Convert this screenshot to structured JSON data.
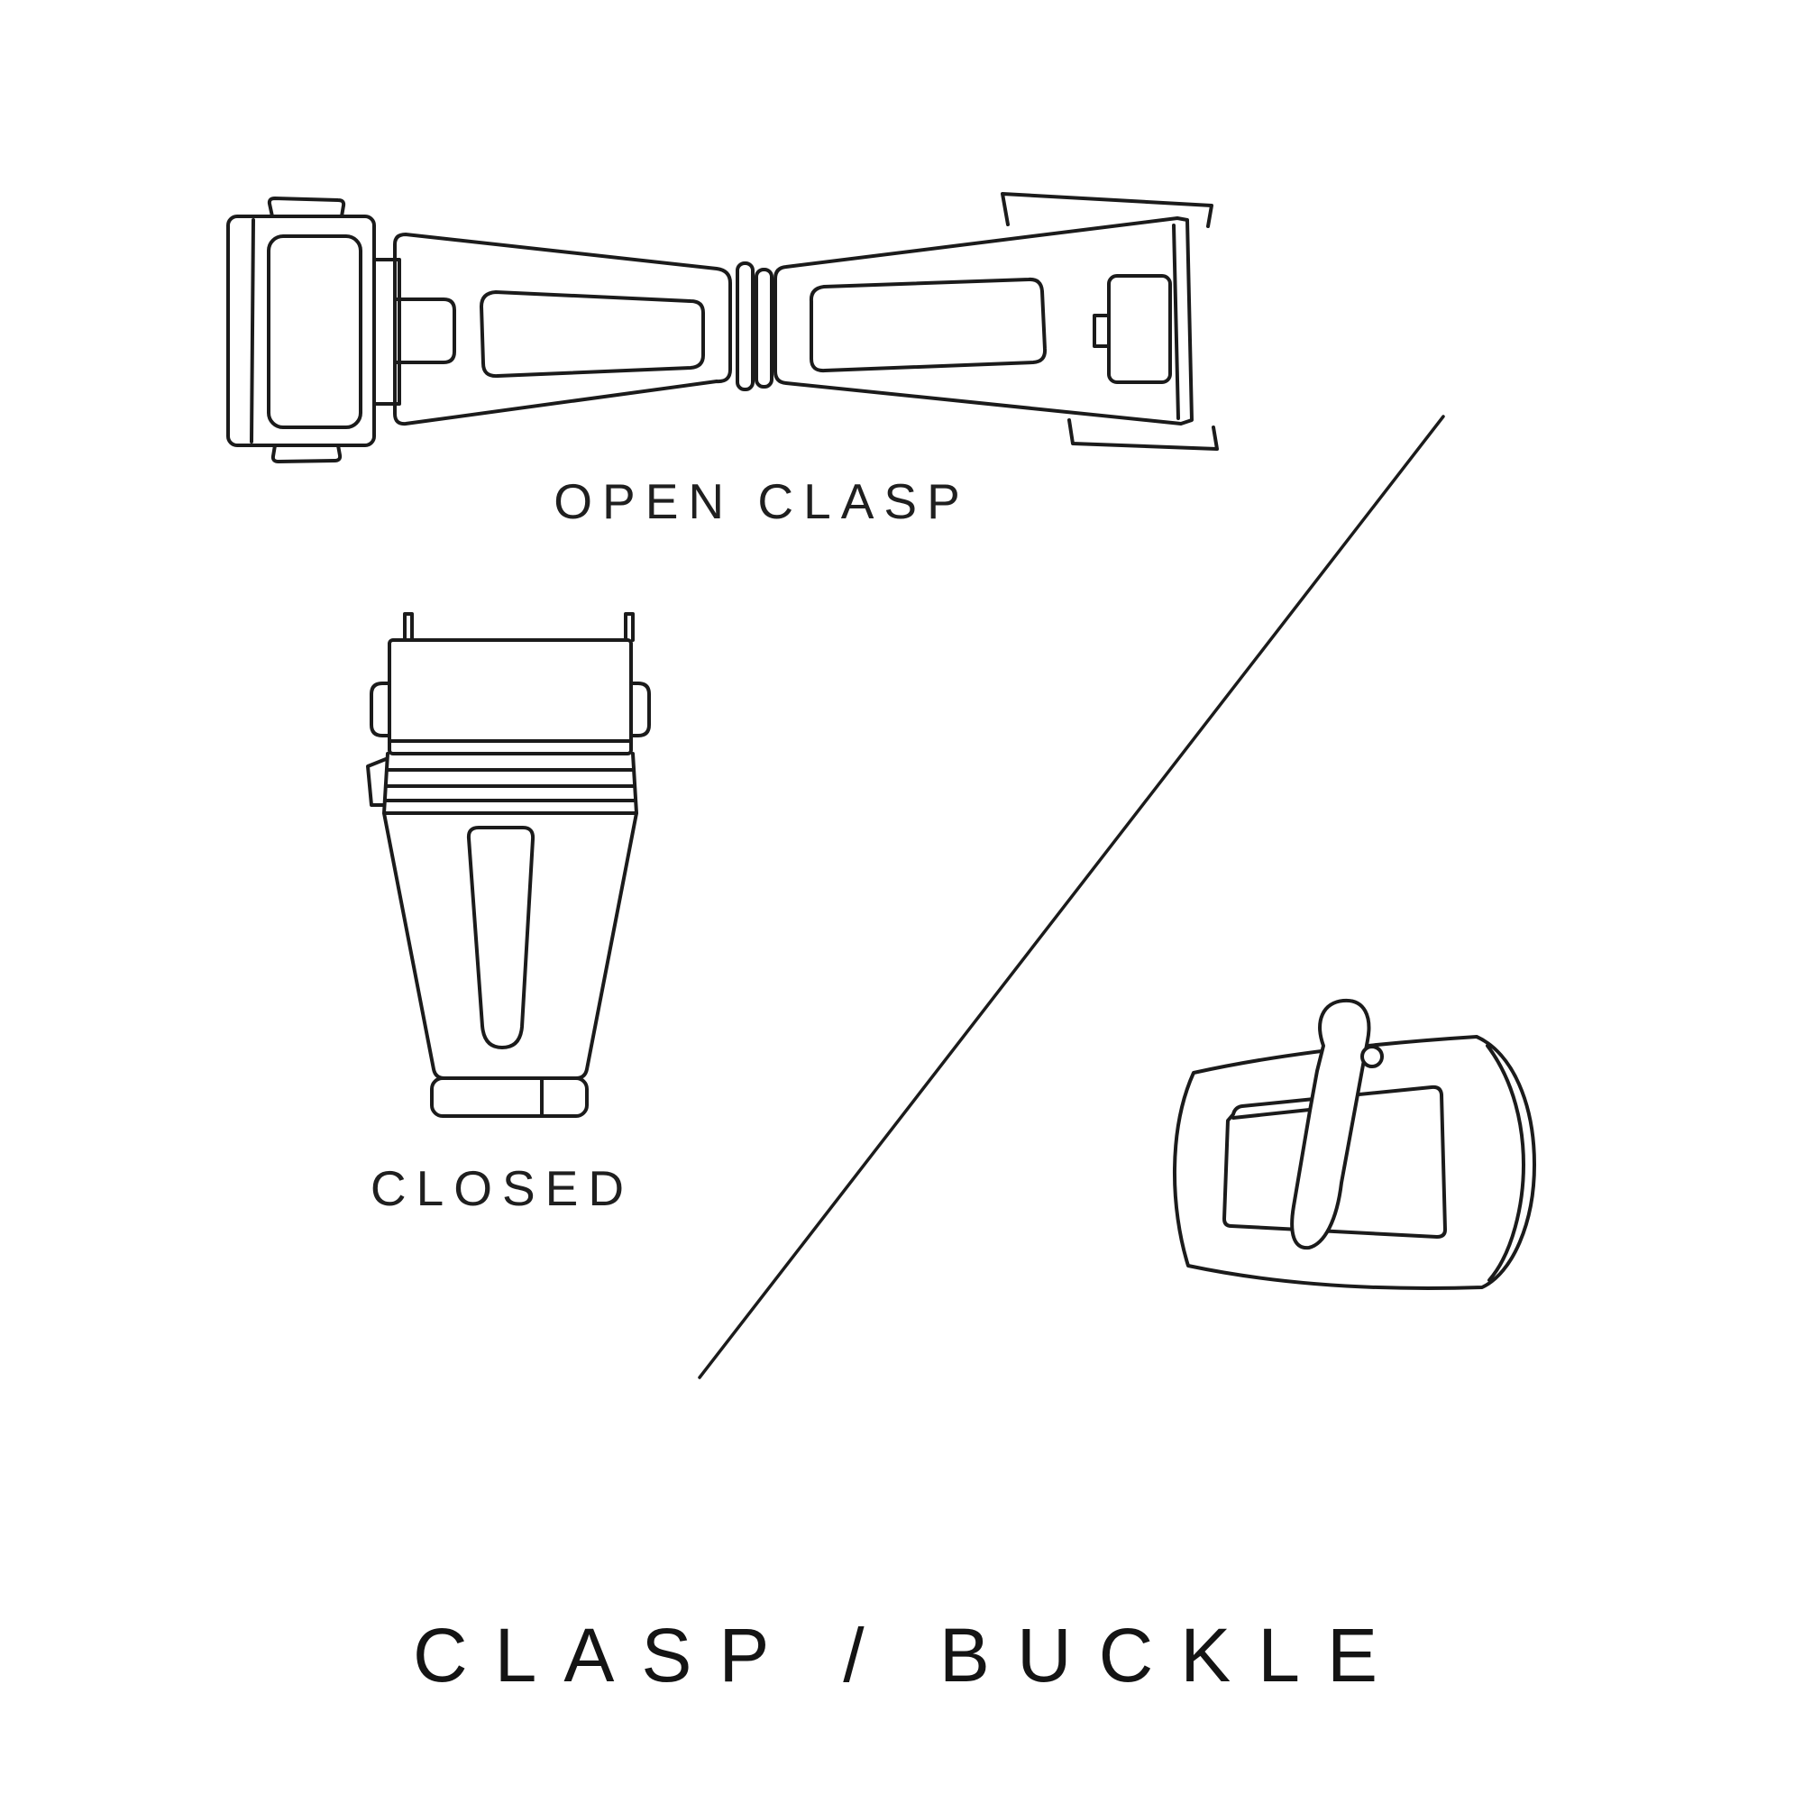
{
  "diagram": {
    "background": "#ffffff",
    "line_color": "#1b1b1b",
    "title": "CLASP / BUCKLE",
    "captions": {
      "open_clasp": "OPEN CLASP",
      "closed": "CLOSED"
    },
    "illustrations": [
      "open-clasp-illustration",
      "closed-clasp-illustration",
      "tang-buckle-illustration"
    ],
    "divider": "diagonal-divider-line"
  }
}
